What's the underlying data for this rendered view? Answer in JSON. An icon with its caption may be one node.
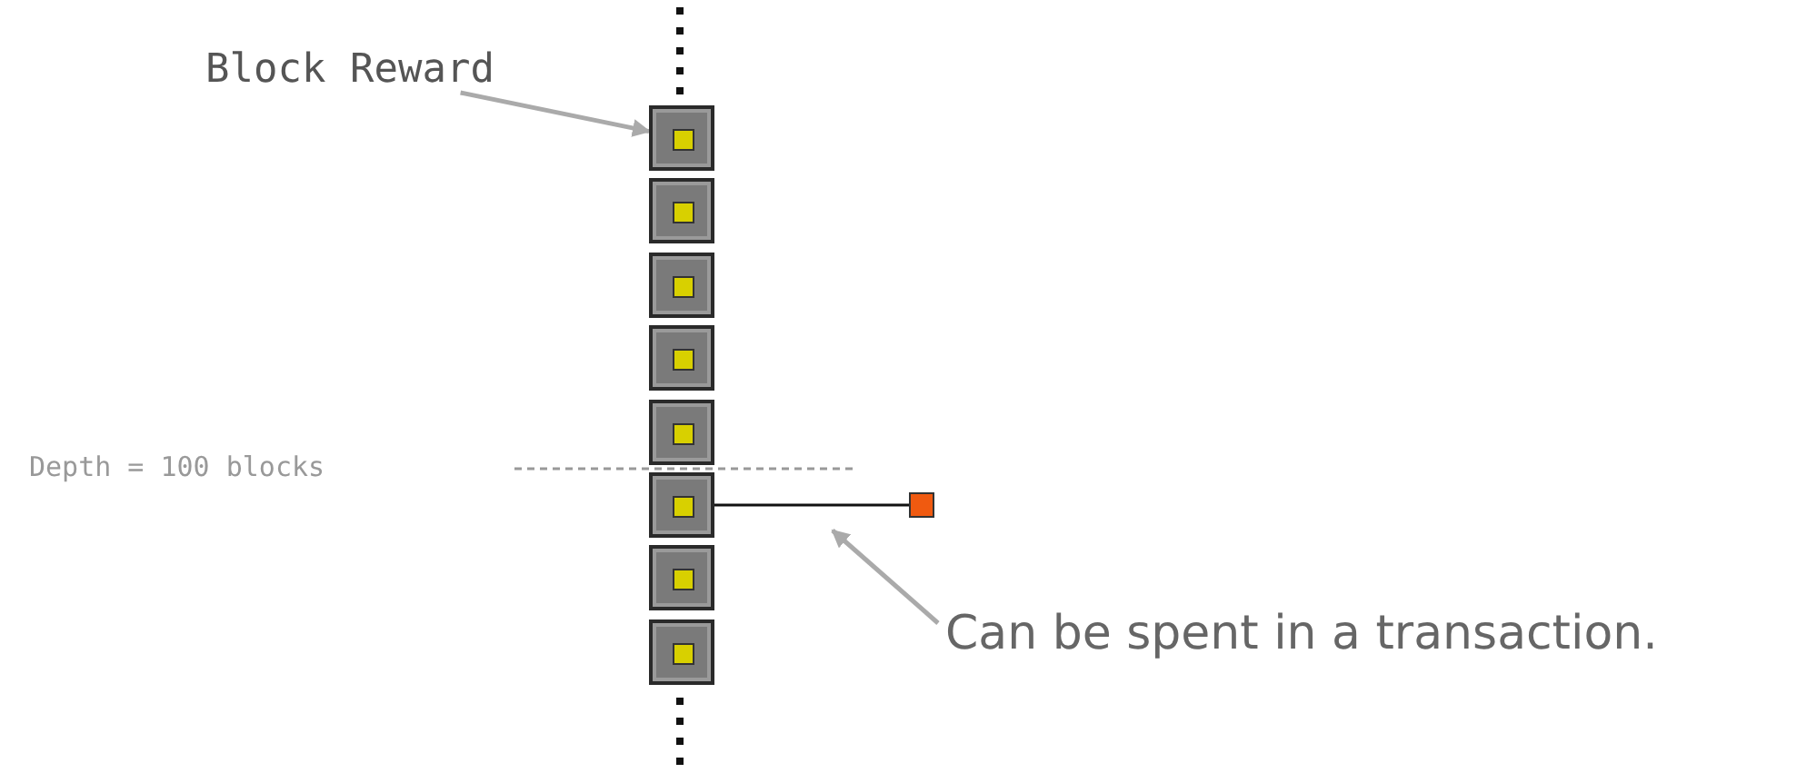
{
  "diagram": {
    "nodes": [
      {
        "text": [
          "Block Reward"
        ]
      },
      {
        "text": [],
        "shape": "box"
      },
      {
        "text": [],
        "shape": "box"
      },
      {
        "text": [],
        "shape": "box"
      },
      {
        "text": [],
        "shape": "box"
      },
      {
        "text": [],
        "shape": "box"
      },
      {
        "text": [],
        "shape": "box"
      },
      {
        "text": [],
        "shape": "box"
      },
      {
        "text": [],
        "shape": "box"
      },
      {
        "text": [],
        "shape": "box"
      },
      {
        "text": [
          "Can be spent in a transaction."
        ]
      }
    ],
    "edges": [
      {
        "from": 0,
        "to": 1,
        "arrow": "to"
      },
      {
        "from": 6,
        "to": 9,
        "arrow": "none",
        "color": "#111111"
      },
      {
        "from": 10,
        "to": null,
        "arrow": "to"
      }
    ],
    "labels": [
      "Depth = 100 blocks"
    ]
  }
}
